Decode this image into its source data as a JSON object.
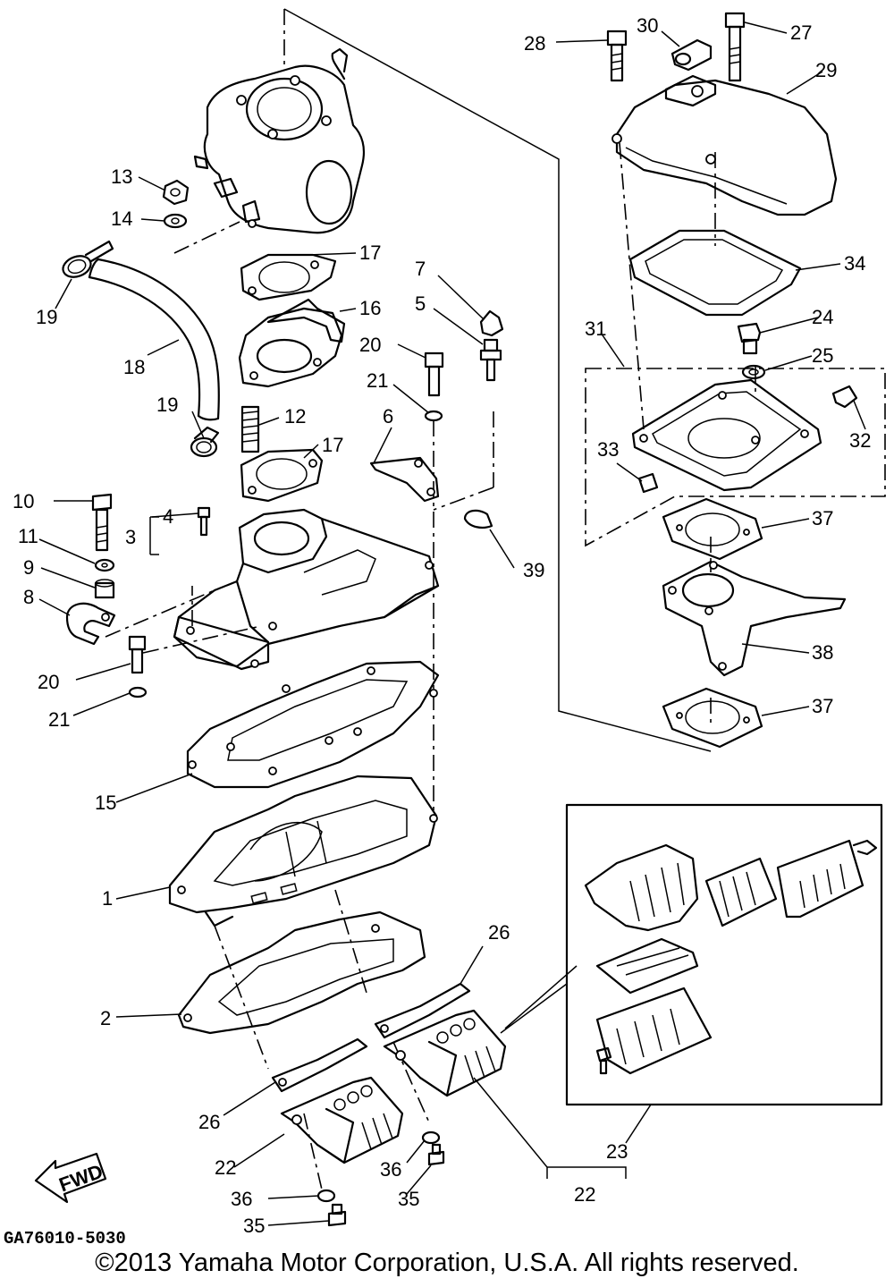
{
  "diagram": {
    "drawing_code": "GA76010-5030",
    "fwd_label": "FWD",
    "copyright": "©2013 Yamaha Motor Corporation, U.S.A. All rights reserved.",
    "callouts": {
      "c1": "1",
      "c2": "2",
      "c3": "3",
      "c4": "4",
      "c5": "5",
      "c6": "6",
      "c7": "7",
      "c8": "8",
      "c9": "9",
      "c10": "10",
      "c11": "11",
      "c12": "12",
      "c13": "13",
      "c14": "14",
      "c15": "15",
      "c16": "16",
      "c17a": "17",
      "c17b": "17",
      "c18": "18",
      "c19a": "19",
      "c19b": "19",
      "c20a": "20",
      "c20b": "20",
      "c21a": "21",
      "c21b": "21",
      "c22a": "22",
      "c22b": "22",
      "c23": "23",
      "c24": "24",
      "c25": "25",
      "c26a": "26",
      "c26b": "26",
      "c27": "27",
      "c28": "28",
      "c29": "29",
      "c30": "30",
      "c31": "31",
      "c32": "32",
      "c33": "33",
      "c34": "34",
      "c35a": "35",
      "c35b": "35",
      "c36a": "36",
      "c36b": "36",
      "c37a": "37",
      "c37b": "37",
      "c38": "38",
      "c39": "39"
    }
  }
}
